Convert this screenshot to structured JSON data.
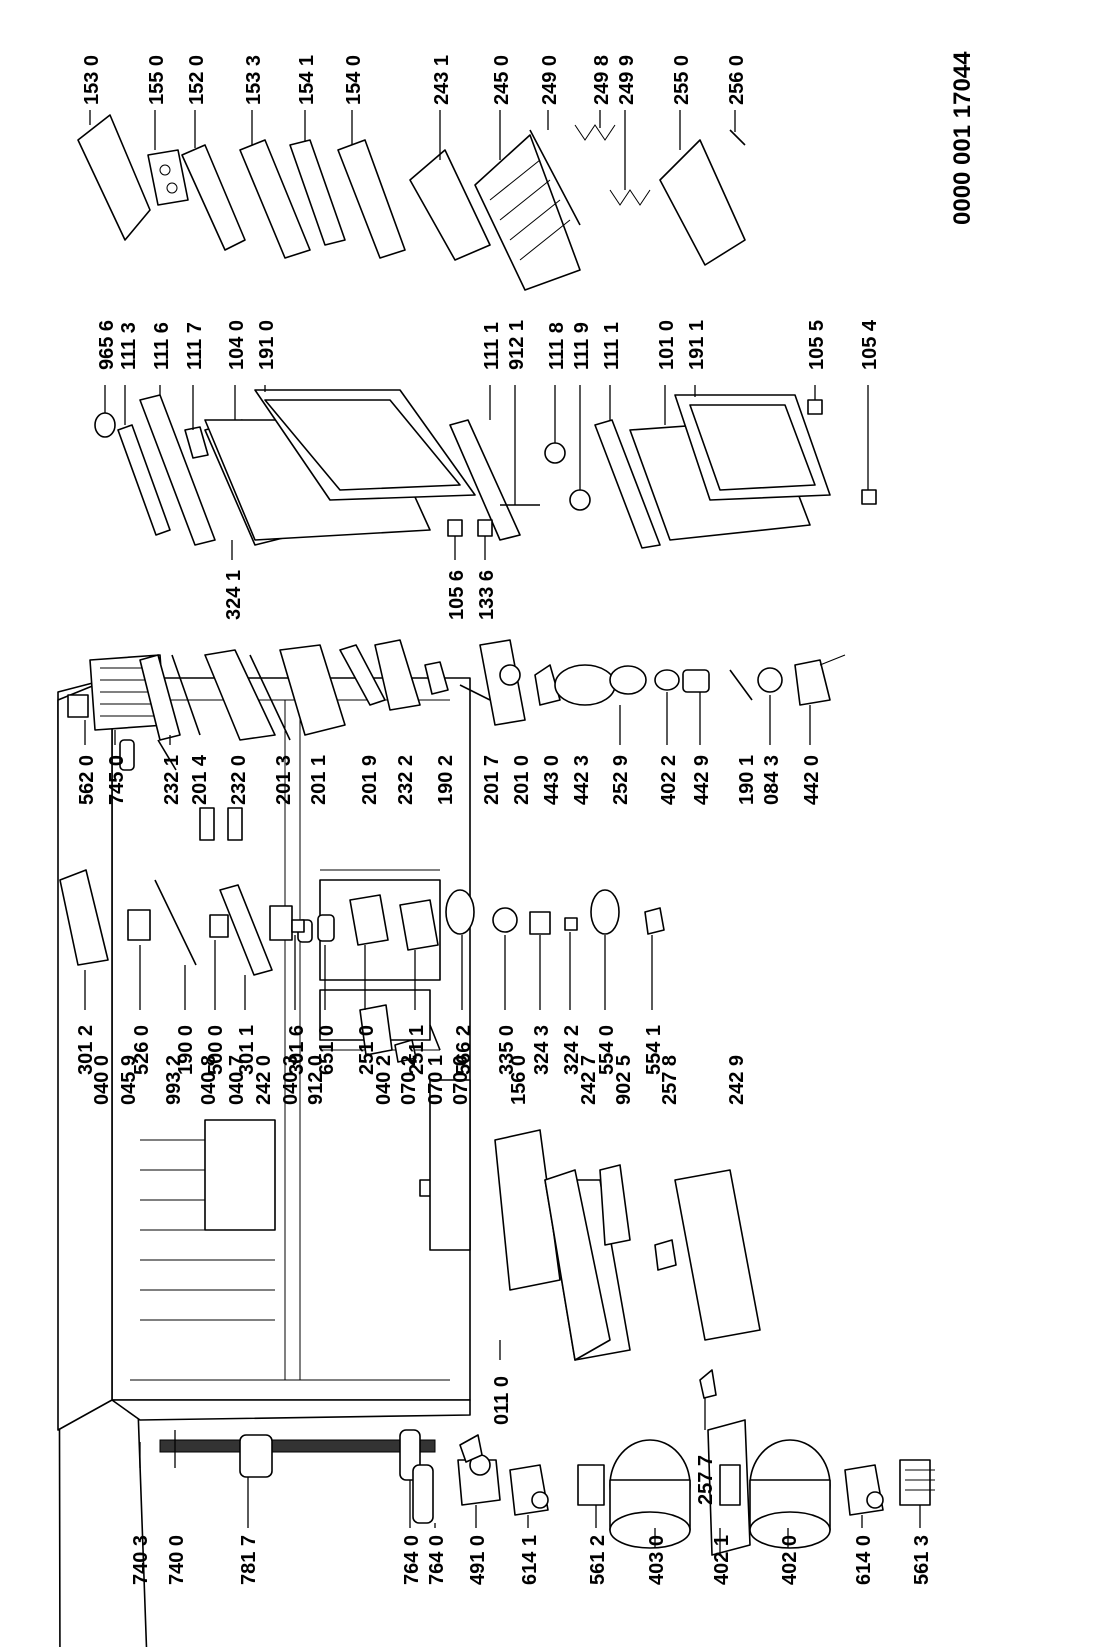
{
  "document_number": "0000 001 17044",
  "column_a": {
    "labels": [
      "740 3",
      "740 0",
      "781 7",
      "764 0",
      "764 0",
      "491 0",
      "614 1",
      "561 2",
      "403 0",
      "402 1",
      "402 0",
      "614 0",
      "561 3"
    ]
  },
  "column_b": {
    "bottom_labels": [
      "011 0",
      "257 7"
    ],
    "top_labels": [
      "040 0",
      "045 9",
      "993 2",
      "040 8",
      "040 7",
      "242 0",
      "040 3",
      "912 0",
      "040 2",
      "070 2",
      "070 1",
      "070 0",
      "156 0",
      "242 7",
      "902 5",
      "257 8",
      "242 9"
    ]
  },
  "column_c": {
    "labels": [
      "301 2",
      "526 0",
      "190 0",
      "500 0",
      "301 1",
      "301 6",
      "651 0",
      "251 0",
      "251 1",
      "566 2",
      "335 0",
      "324 3",
      "324 2",
      "554 0",
      "554 1"
    ]
  },
  "column_d": {
    "labels": [
      "562 0",
      "745 0",
      "232 1",
      "201 4",
      "232 0",
      "201 3",
      "201 1",
      "201 9",
      "232 2",
      "190 2",
      "201 7",
      "201 0",
      "443 0",
      "442 3",
      "252 9",
      "402 2",
      "442 9",
      "190 1",
      "084 3",
      "442 0"
    ]
  },
  "column_e": {
    "bottom_labels": [
      "324 1",
      "105 6",
      "133 6"
    ],
    "top_labels": [
      "965 6",
      "111 3",
      "111 6",
      "111 7",
      "104 0",
      "191 0",
      "111 1",
      "912 1",
      "111 8",
      "111 9",
      "111 1",
      "101 0",
      "191 1",
      "105 5",
      "105 4"
    ]
  },
  "column_f": {
    "labels": [
      "153 0",
      "155 0",
      "152 0",
      "153 3",
      "154 1",
      "154 0",
      "243 1",
      "245 0",
      "249 0",
      "249 8",
      "249 9",
      "255 0",
      "256 0"
    ]
  }
}
